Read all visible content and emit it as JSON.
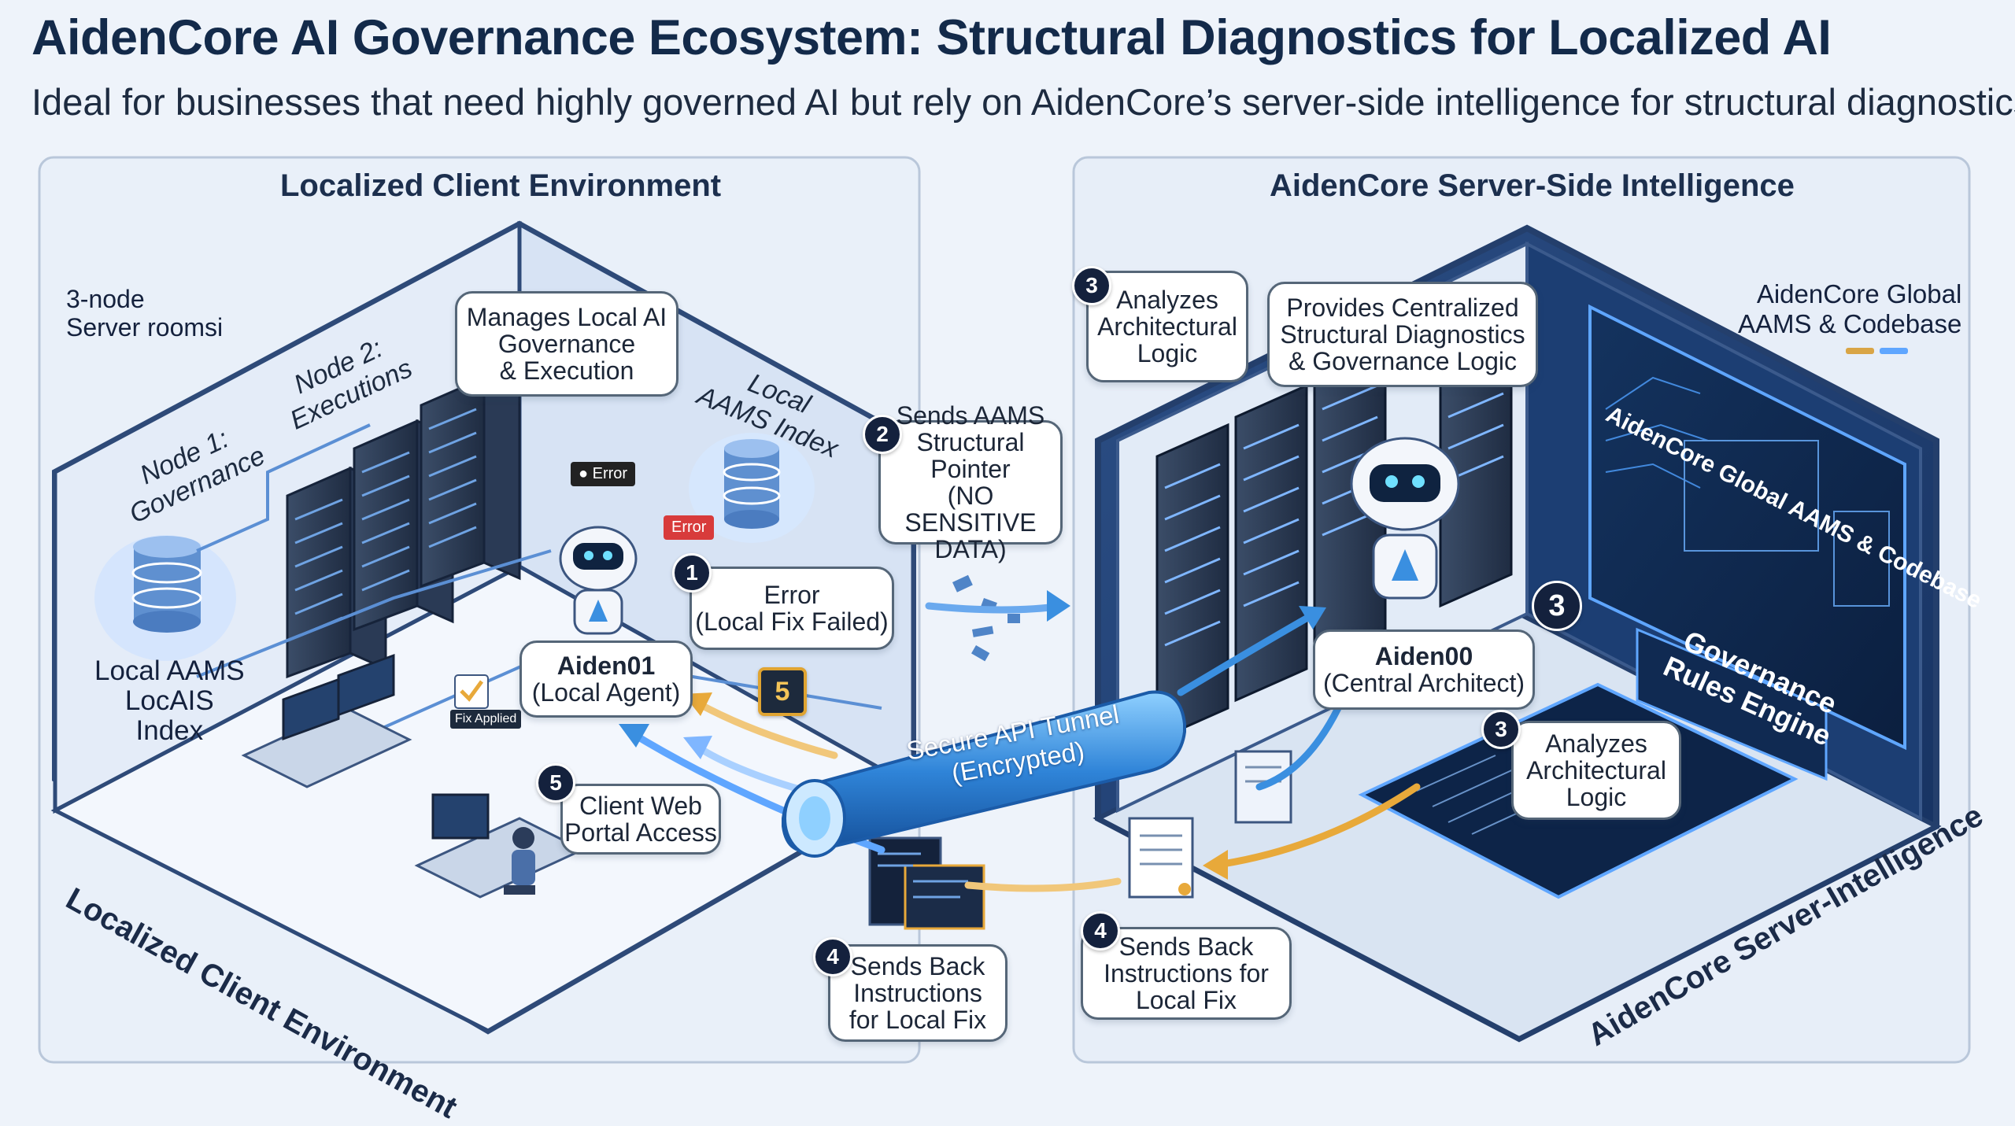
{
  "header": {
    "title": "AidenCore AI Governance Ecosystem: Structural Diagnostics for Localized AI",
    "subtitle": "Ideal for businesses that need highly governed AI but rely on AidenCore’s server-side intelligence for structural diagnostics."
  },
  "left_panel": {
    "title": "Localized Client Environment",
    "server_rooms_line1": "3-node",
    "server_rooms_line2": "Server roomsi",
    "node1_line1": "Node 1:",
    "node1_line2": "Governance",
    "node2_line1": "Node 2:",
    "node2_line2": "Executions",
    "local_index_line1": "Local",
    "local_index_line2": "AAMS Index",
    "local_aams_line1": "Local AAMS",
    "local_aams_line2": "LocAIS",
    "local_aams_line3": "Index",
    "manages_line1": "Manages Local AI",
    "manages_line2": "Governance",
    "manages_line3": "& Execution",
    "error_badge_1": "Error",
    "error_badge_2": "Error",
    "agent_name": "Aiden01",
    "agent_role": "(Local Agent)",
    "fix_applied": "Fix Applied",
    "portal_line1": "Client Web",
    "portal_line2": "Portal Access",
    "side_label": "Localized Client Environment"
  },
  "right_panel": {
    "title": "AidenCore Server-Side Intelligence",
    "analyzes_top_line1": "Analyzes",
    "analyzes_top_line2": "Architectural",
    "analyzes_top_line3": "Logic",
    "provides_line1": "Provides Centralized",
    "provides_line2": "Structural Diagnostics",
    "provides_line3": "& Governance Logic",
    "global_line1": "AidenCore Global",
    "global_line2": "AAMS & Codebase",
    "screen_label": "AidenCore Global AAMS & Codebase",
    "rules_line1": "Governance",
    "rules_line2": "Rules Engine",
    "agent_name": "Aiden00",
    "agent_role": "(Central Architect)",
    "analyzes_bottom_line1": "Analyzes",
    "analyzes_bottom_line2": "Architectural",
    "analyzes_bottom_line3": "Logic",
    "side_label": "AidenCore Server-Intelligence"
  },
  "flow": {
    "step1_num": "1",
    "step1_line1": "Error",
    "step1_line2": "(Local Fix Failed)",
    "step2_num": "2",
    "step2_line1": "Sends AAMS",
    "step2_line2": "Structural Pointer",
    "step2_line3": "(NO SENSITIVE",
    "step2_line4": "DATA)",
    "step3_num": "3",
    "step4_num": "4",
    "step4_left_line1": "Sends Back",
    "step4_left_line2": "Instructions",
    "step4_left_line3": "for Local Fix",
    "step4_right_line1": "Sends Back",
    "step4_right_line2": "Instructions for",
    "step4_right_line3": "Local Fix",
    "step5_num": "5",
    "tunnel_line1": "Secure API Tunnel",
    "tunnel_line2": "(Encrypted)"
  },
  "colors": {
    "accent_blue": "#3a8fe0",
    "navy": "#14213d",
    "arrow_gold": "#e8a93a",
    "error_red": "#d83b3b"
  }
}
